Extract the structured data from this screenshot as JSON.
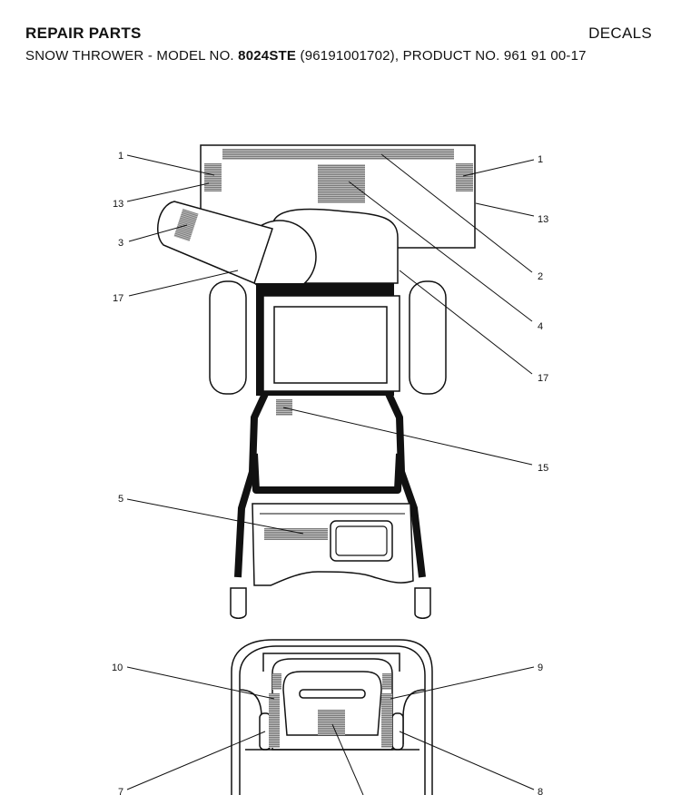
{
  "header": {
    "section": "REPAIR PARTS",
    "category": "DECALS",
    "subtitle_prefix": "SNOW THROWER - MODEL NO. ",
    "model": "8024STE",
    "subtitle_suffix": " (96191001702), PRODUCT NO. 961 91 00-17"
  },
  "callouts": {
    "top_left_1": "1",
    "top_left_13": "13",
    "top_left_3": "3",
    "top_left_17": "17",
    "top_right_1": "1",
    "top_right_13": "13",
    "top_right_2": "2",
    "top_right_4": "4",
    "top_right_17": "17",
    "mid_15": "15",
    "mid_5": "5",
    "bottom_10": "10",
    "bottom_9": "9",
    "bottom_7": "7",
    "bottom_8": "8"
  },
  "colors": {
    "line": "#111111",
    "decal": "#9a9a9a"
  }
}
